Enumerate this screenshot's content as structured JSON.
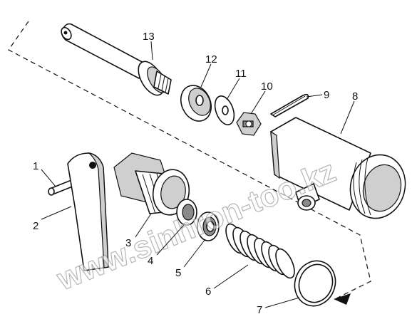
{
  "diagram": {
    "callouts": [
      {
        "id": "1",
        "label": "1"
      },
      {
        "id": "2",
        "label": "2"
      },
      {
        "id": "3",
        "label": "3"
      },
      {
        "id": "4",
        "label": "4"
      },
      {
        "id": "5",
        "label": "5"
      },
      {
        "id": "6",
        "label": "6"
      },
      {
        "id": "7",
        "label": "7"
      },
      {
        "id": "8",
        "label": "8"
      },
      {
        "id": "9",
        "label": "9"
      },
      {
        "id": "10",
        "label": "10"
      },
      {
        "id": "11",
        "label": "11"
      },
      {
        "id": "12",
        "label": "12"
      },
      {
        "id": "13",
        "label": "13"
      }
    ],
    "watermark": "www.sinhron-too.kz"
  }
}
